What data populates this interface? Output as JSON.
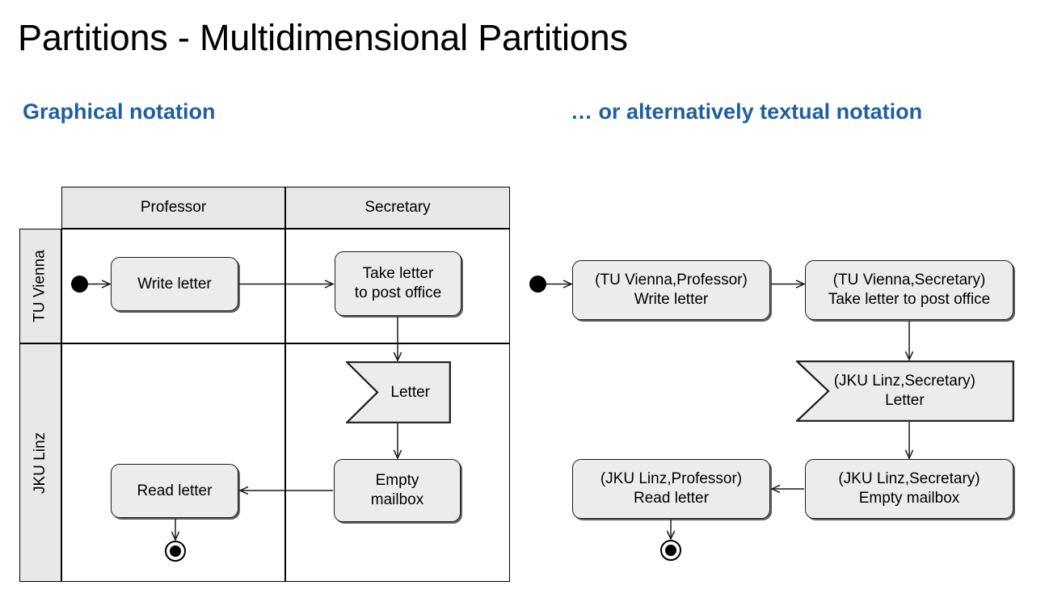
{
  "slide": {
    "title": "Partitions - Multidimensional Partitions",
    "subheading_left": "Graphical notation",
    "subheading_right": "… or alternatively textual notation",
    "accent_color": "#1f5fa0",
    "node_fill": "#ececec",
    "lane_fill": "#e8e8e8",
    "line_color": "#000000"
  },
  "graphical": {
    "columns": [
      "Professor",
      "Secretary"
    ],
    "rows": [
      "TU Vienna",
      "JKU Linz"
    ],
    "nodes": {
      "write_letter": "Write letter",
      "take_letter": "Take letter\nto post office",
      "letter_signal": "Letter",
      "empty_mailbox": "Empty\nmailbox",
      "read_letter": "Read letter"
    },
    "initial_node": "initial-node",
    "final_node": "final-node"
  },
  "textual": {
    "nodes": {
      "write_letter": "(TU Vienna,Professor)\nWrite letter",
      "take_letter": "(TU Vienna,Secretary)\nTake letter to post office",
      "letter_signal": "(JKU Linz,Secretary)\nLetter",
      "empty_mailbox": "(JKU Linz,Secretary)\nEmpty mailbox",
      "read_letter": "(JKU Linz,Professor)\nRead letter"
    },
    "initial_node": "initial-node",
    "final_node": "final-node"
  }
}
